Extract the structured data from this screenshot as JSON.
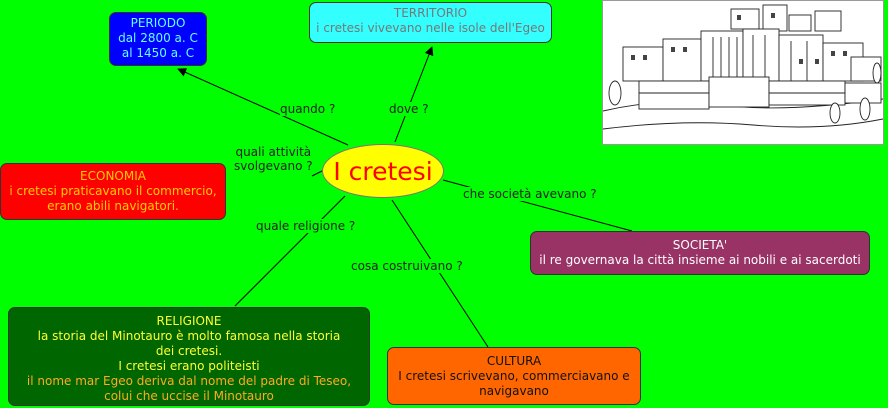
{
  "center": {
    "label": "I cretesi"
  },
  "links": {
    "quando": "quando ?",
    "dove": "dove ?",
    "attivita": [
      "quali attività",
      "svolgevano ?"
    ],
    "societa": "che società avevano ?",
    "religione": "quale religione ?",
    "costruivano": "cosa costruivano ?"
  },
  "nodes": {
    "periodo": {
      "title": "PERIODO",
      "lines": [
        "dal 2800 a. C",
        "al 1450 a. C"
      ]
    },
    "territorio": {
      "title": "TERRITORIO",
      "lines": [
        "i cretesi vivevano nelle isole dell'Egeo"
      ]
    },
    "economia": {
      "title": "ECONOMIA",
      "lines": [
        "i cretesi praticavano il commercio,",
        "erano abili navigatori."
      ]
    },
    "societa": {
      "title": "SOCIETA'",
      "lines": [
        "il re governava la città insieme ai nobili e ai sacerdoti"
      ]
    },
    "religione": {
      "title": "RELIGIONE",
      "lines": [
        "la storia del Minotauro è molto famosa nella storia",
        "dei cretesi.",
        "I cretesi erano politeisti",
        "il  nome mar Egeo deriva dal nome del padre di Teseo,",
        "colui che uccise il Minotauro"
      ]
    },
    "cultura": {
      "title": "CULTURA",
      "lines": [
        "I cretesi scrivevano, commerciavano e",
        "navigavano"
      ]
    }
  },
  "colors": {
    "background": "#00ff00",
    "center": "#ffff00",
    "periodo": "#0000ff",
    "territorio": "#33ffff",
    "economia": "#ff0000",
    "societa": "#993366",
    "religione": "#006600",
    "cultura": "#ff6600"
  },
  "icons": {
    "picture": "ancient-city-illustration"
  }
}
